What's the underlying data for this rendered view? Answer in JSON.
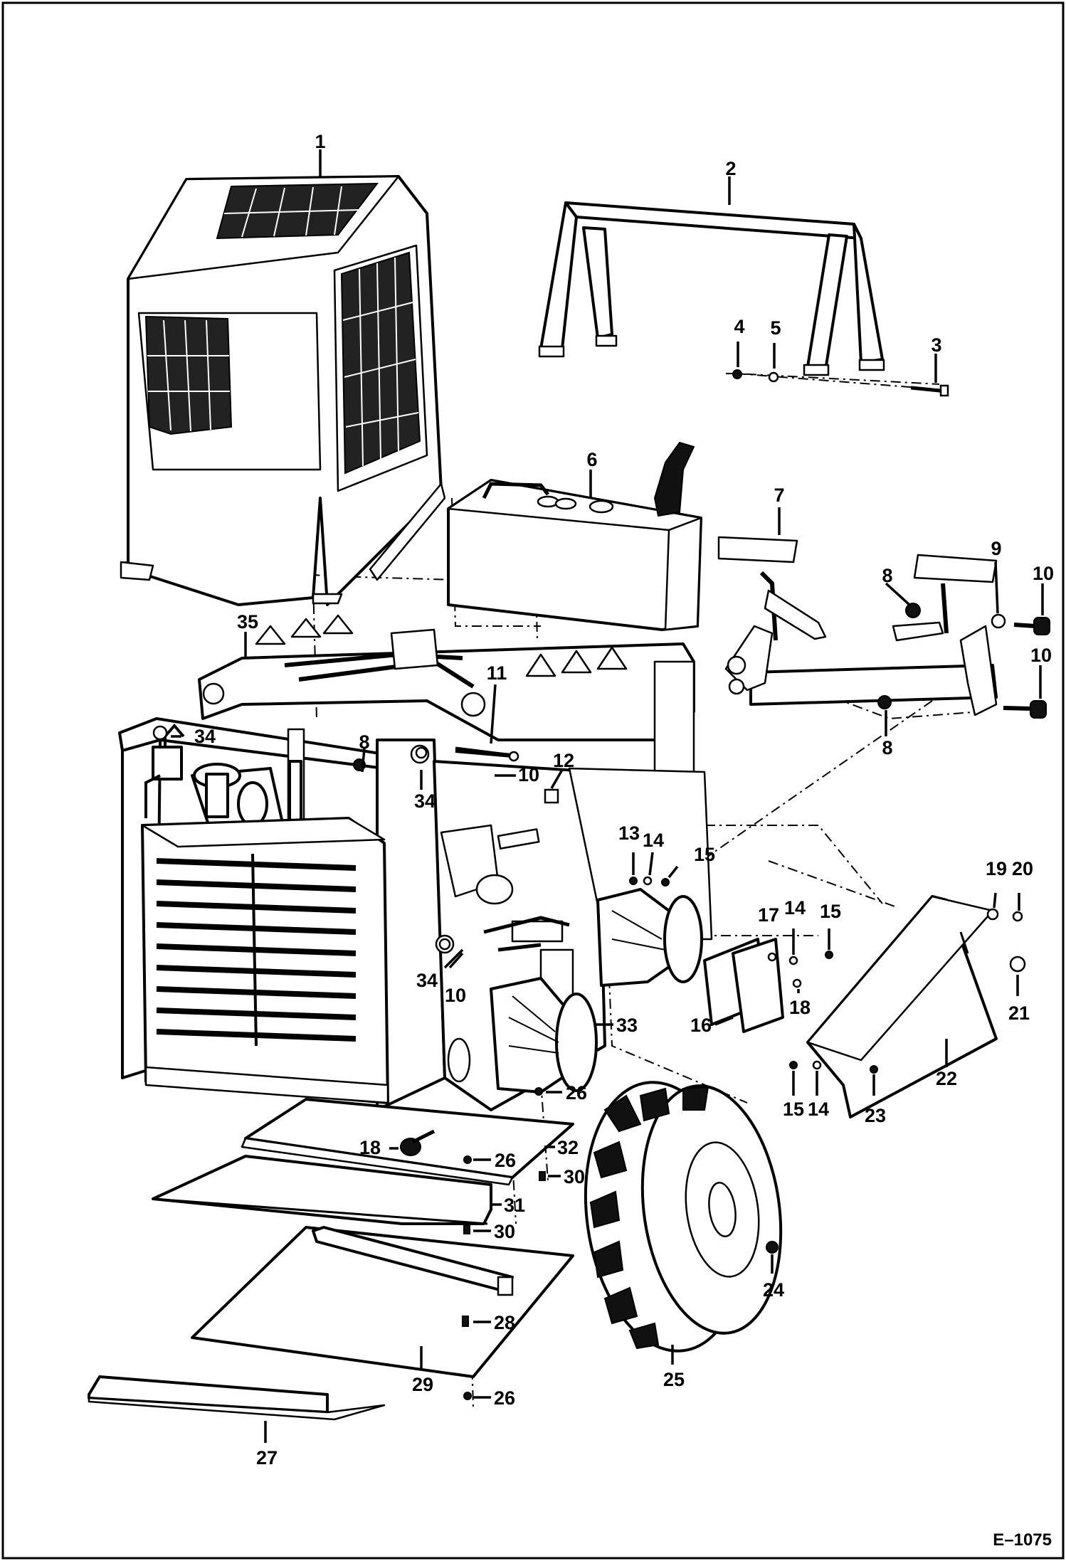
{
  "diagram": {
    "drawing_code": "E–1075",
    "callouts": {
      "c1": "1",
      "c2": "2",
      "c3": "3",
      "c4": "4",
      "c5": "5",
      "c6": "6",
      "c7": "7",
      "c8a": "8",
      "c8b": "8",
      "c8c": "8",
      "c9": "9",
      "c10a": "10",
      "c10b": "10",
      "c10c": "10",
      "c10d": "10",
      "c11": "11",
      "c12": "12",
      "c13": "13",
      "c14a": "14",
      "c14b": "14",
      "c14c": "14",
      "c15a": "15",
      "c15b": "15",
      "c15c": "15",
      "c16": "16",
      "c17": "17",
      "c18a": "18",
      "c18b": "18",
      "c19": "19",
      "c20": "20",
      "c21": "21",
      "c22": "22",
      "c23": "23",
      "c24": "24",
      "c25": "25",
      "c26a": "26",
      "c26b": "26",
      "c26c": "26",
      "c27": "27",
      "c28": "28",
      "c29": "29",
      "c30a": "30",
      "c30b": "30",
      "c31": "31",
      "c32": "32",
      "c33": "33",
      "c34a": "34",
      "c34b": "34",
      "c34c": "34",
      "c35": "35"
    }
  }
}
